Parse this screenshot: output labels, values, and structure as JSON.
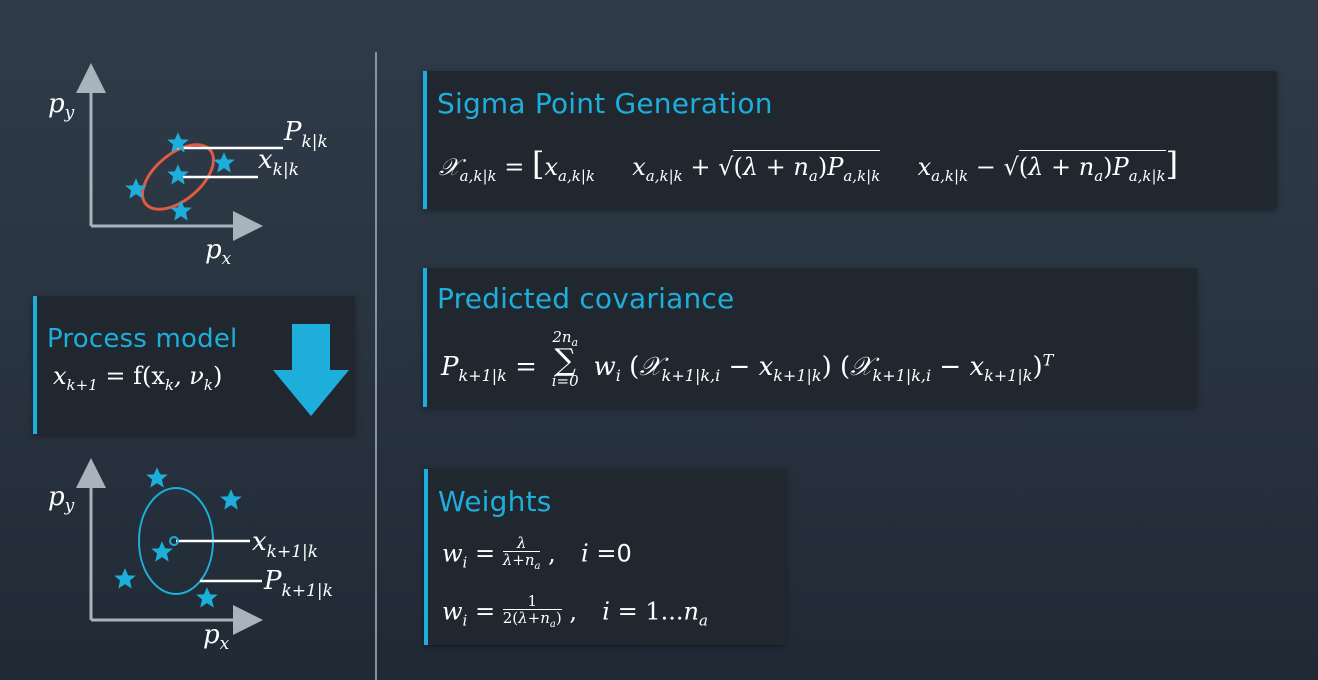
{
  "colors": {
    "accent": "#1eaedb",
    "ellipse_top": "#e05a44",
    "ellipse_bottom": "#1eaedb",
    "axis": "#a9b3bd",
    "background": "#2a3542",
    "panel": "#20272f"
  },
  "top_diagram": {
    "y_label": "p",
    "y_sub": "y",
    "x_label": "p",
    "x_sub": "x",
    "state_label": "x",
    "state_sub": "k|k",
    "cov_label": "P",
    "cov_sub": "k|k"
  },
  "process_model": {
    "title": "Process model",
    "eq_lhs": "x",
    "eq_lhs_sub": "k+1",
    "eq_rhs": "= f(x",
    "eq_rhs_sub1": "k",
    "eq_mid": ", ν",
    "eq_rhs_sub2": "k",
    "eq_end": ")",
    "arrow_icon": "arrow-down-icon"
  },
  "bottom_diagram": {
    "y_label": "p",
    "y_sub": "y",
    "x_label": "p",
    "x_sub": "x",
    "state_label": "x",
    "state_sub": "k+1|k",
    "cov_label": "P",
    "cov_sub": "k+1|k"
  },
  "sigma": {
    "title": "Sigma Point Generation"
  },
  "covariance": {
    "title": "Predicted covariance"
  },
  "weights": {
    "title": "Weights"
  }
}
